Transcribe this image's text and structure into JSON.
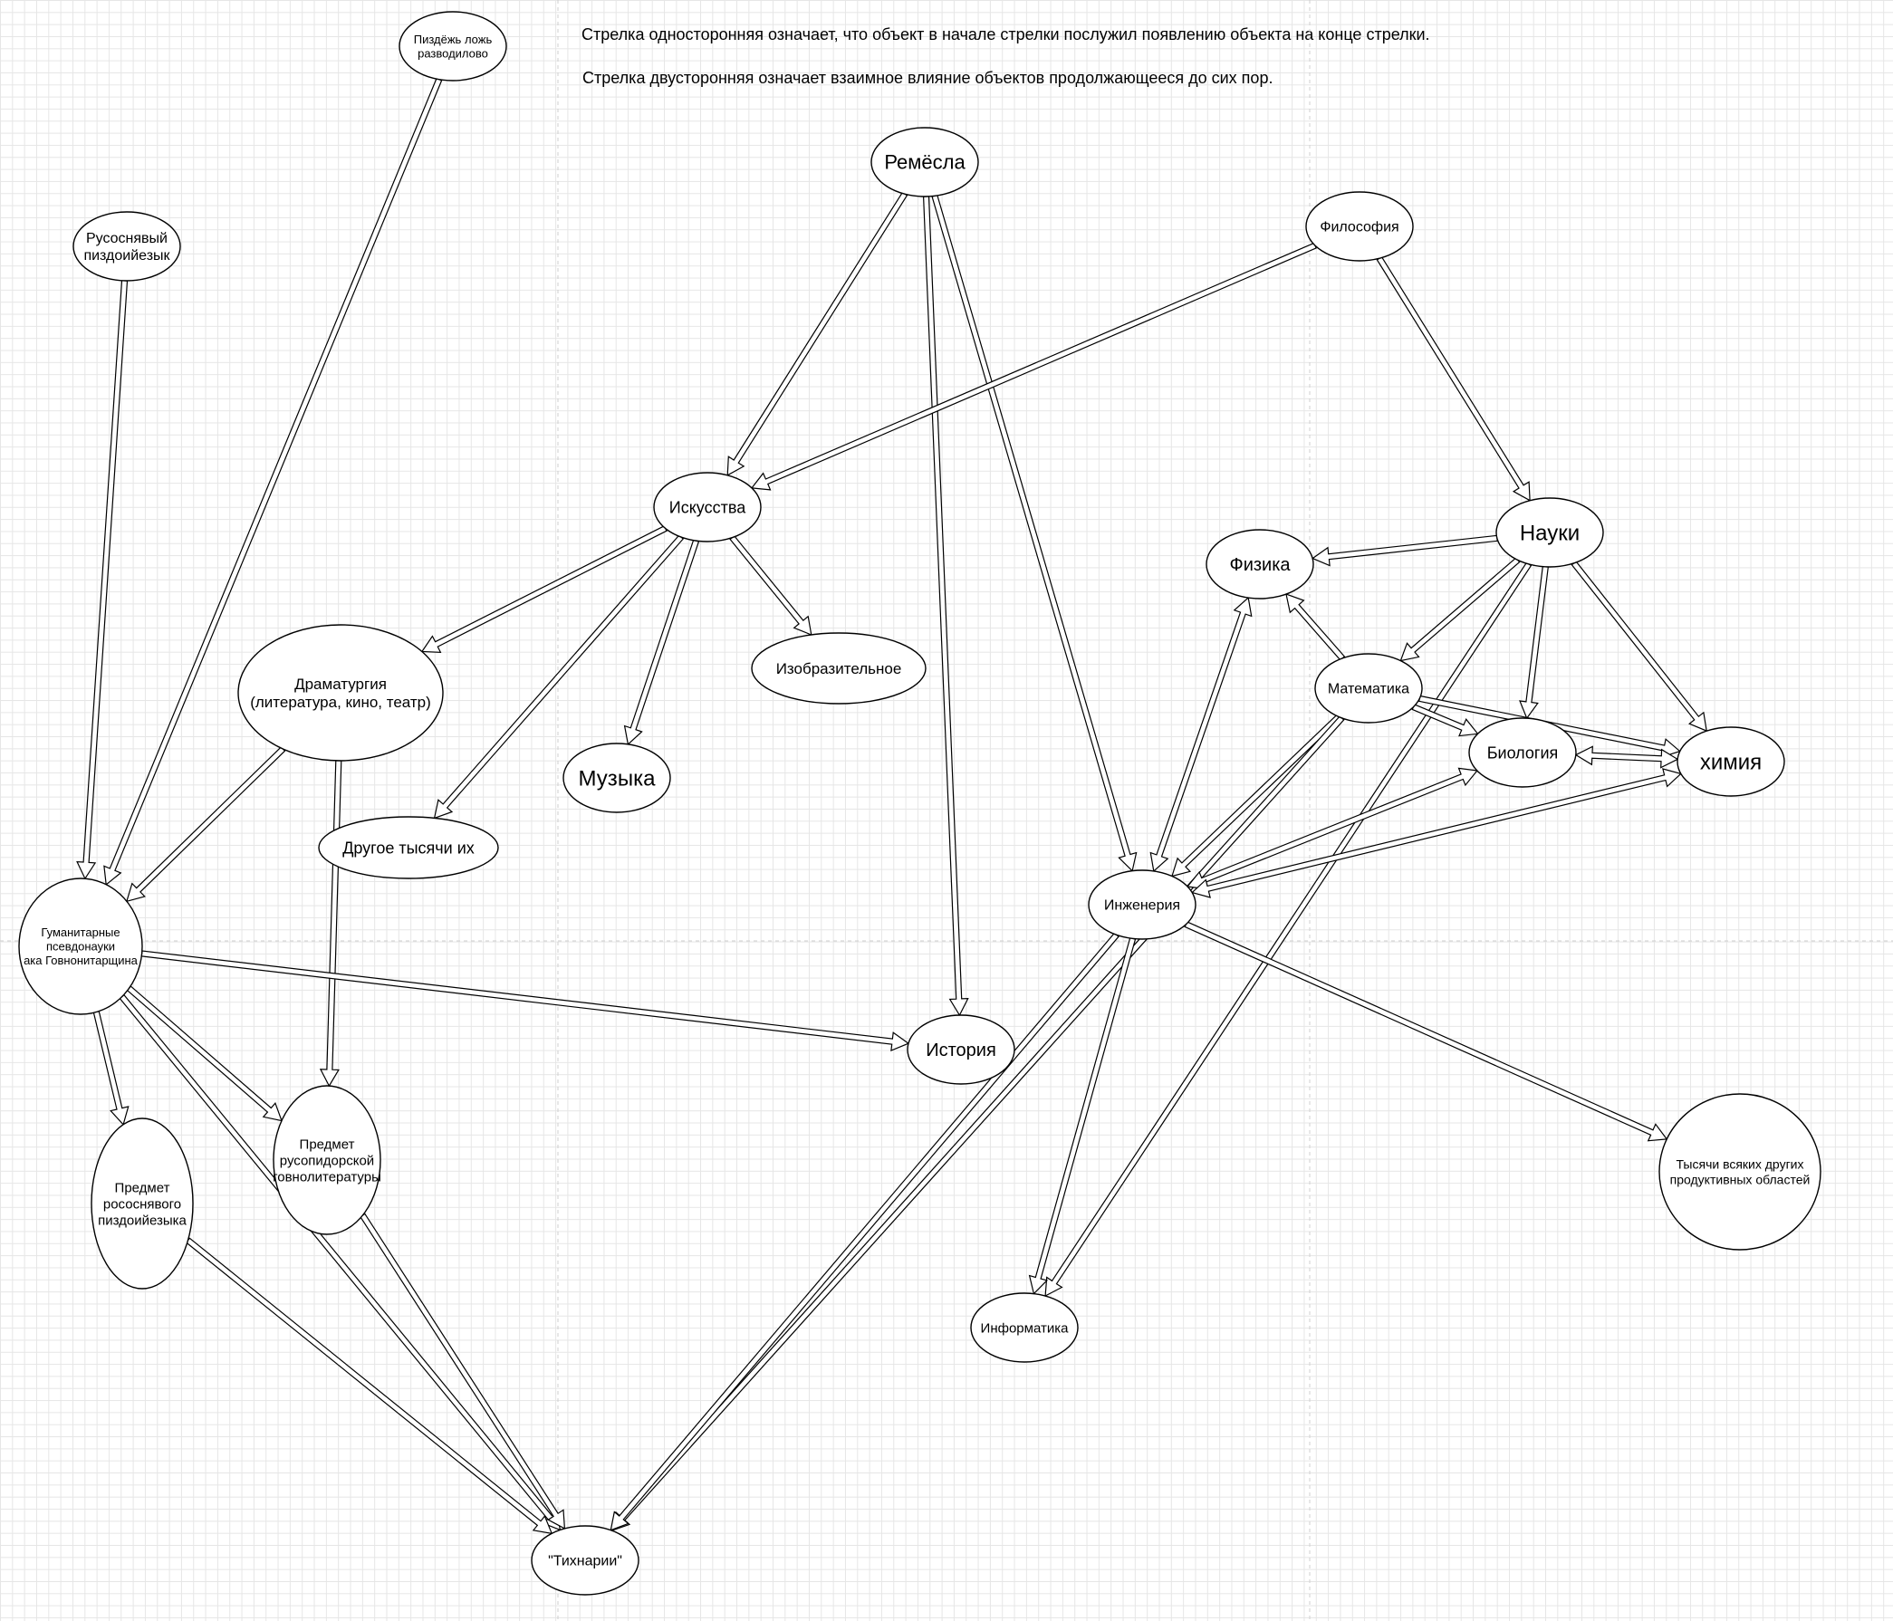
{
  "notes": {
    "one_way": "Стрелка односторонняя означает, что объект в начале стрелки послужил появлению объекта на конце стрелки.",
    "two_way": "Стрелка двусторонняя означает взаимное влияние объектов продолжающееся до сих пор."
  },
  "nodes": [
    {
      "id": "pizdezh",
      "lines": [
        "Пиздёжь ложь",
        "разводилово"
      ]
    },
    {
      "id": "rusosn",
      "lines": [
        "Русоснявый",
        "пиздоийезык"
      ]
    },
    {
      "id": "remesla",
      "lines": [
        "Ремёсла"
      ]
    },
    {
      "id": "filosofiya",
      "lines": [
        "Философия"
      ]
    },
    {
      "id": "iskusstva",
      "lines": [
        "Искусства"
      ]
    },
    {
      "id": "nauki",
      "lines": [
        "Науки"
      ]
    },
    {
      "id": "fizika",
      "lines": [
        "Физика"
      ]
    },
    {
      "id": "matematika",
      "lines": [
        "Математика"
      ]
    },
    {
      "id": "biologiya",
      "lines": [
        "Биология"
      ]
    },
    {
      "id": "himiya",
      "lines": [
        "химия"
      ]
    },
    {
      "id": "dramaturgiya",
      "lines": [
        "Драматургия",
        "(литература, кино, театр)"
      ]
    },
    {
      "id": "izobrazitelnoe",
      "lines": [
        "Изобразительное"
      ]
    },
    {
      "id": "muzyka",
      "lines": [
        "Музыка"
      ]
    },
    {
      "id": "drugoe",
      "lines": [
        "Другое тысячи их"
      ]
    },
    {
      "id": "gumanitarnye",
      "lines": [
        "Гуманитарные",
        "псевдонауки",
        "ака Говнонитарщина"
      ]
    },
    {
      "id": "inzheneriya",
      "lines": [
        "Инженерия"
      ]
    },
    {
      "id": "istoriya",
      "lines": [
        "История"
      ]
    },
    {
      "id": "predmet_lit",
      "lines": [
        "Предмет",
        "русопидорской",
        "говнолитературы"
      ]
    },
    {
      "id": "predmet_yaz",
      "lines": [
        "Предмет",
        "рососнявого",
        "пиздоийезыка"
      ]
    },
    {
      "id": "tysyachi",
      "lines": [
        "Тысячи всяких других",
        "продуктивных областей"
      ]
    },
    {
      "id": "informatika",
      "lines": [
        "Информатика"
      ]
    },
    {
      "id": "tihnarii",
      "lines": [
        "\"Тихнарии\""
      ]
    }
  ],
  "edges": [
    {
      "from": "pizdezh",
      "to": "gumanitarnye",
      "type": "one-way"
    },
    {
      "from": "rusosn",
      "to": "gumanitarnye",
      "type": "one-way"
    },
    {
      "from": "remesla",
      "to": "iskusstva",
      "type": "one-way"
    },
    {
      "from": "remesla",
      "to": "istoriya",
      "type": "one-way"
    },
    {
      "from": "remesla",
      "to": "inzheneriya",
      "type": "one-way"
    },
    {
      "from": "filosofiya",
      "to": "iskusstva",
      "type": "one-way"
    },
    {
      "from": "filosofiya",
      "to": "nauki",
      "type": "one-way"
    },
    {
      "from": "iskusstva",
      "to": "dramaturgiya",
      "type": "one-way"
    },
    {
      "from": "iskusstva",
      "to": "izobrazitelnoe",
      "type": "one-way"
    },
    {
      "from": "iskusstva",
      "to": "muzyka",
      "type": "one-way"
    },
    {
      "from": "iskusstva",
      "to": "drugoe",
      "type": "one-way"
    },
    {
      "from": "nauki",
      "to": "fizika",
      "type": "one-way"
    },
    {
      "from": "nauki",
      "to": "matematika",
      "type": "one-way"
    },
    {
      "from": "nauki",
      "to": "biologiya",
      "type": "one-way"
    },
    {
      "from": "nauki",
      "to": "himiya",
      "type": "one-way"
    },
    {
      "from": "nauki",
      "to": "informatika",
      "type": "one-way"
    },
    {
      "from": "matematika",
      "to": "fizika",
      "type": "one-way"
    },
    {
      "from": "matematika",
      "to": "biologiya",
      "type": "one-way"
    },
    {
      "from": "matematika",
      "to": "himiya",
      "type": "one-way"
    },
    {
      "from": "matematika",
      "to": "inzheneriya",
      "type": "one-way"
    },
    {
      "from": "matematika",
      "to": "tihnarii",
      "type": "one-way"
    },
    {
      "from": "biologiya",
      "to": "himiya",
      "type": "two-way"
    },
    {
      "from": "inzheneriya",
      "to": "fizika",
      "type": "two-way"
    },
    {
      "from": "inzheneriya",
      "to": "biologiya",
      "type": "two-way"
    },
    {
      "from": "inzheneriya",
      "to": "himiya",
      "type": "two-way"
    },
    {
      "from": "inzheneriya",
      "to": "tysyachi",
      "type": "one-way"
    },
    {
      "from": "inzheneriya",
      "to": "informatika",
      "type": "one-way"
    },
    {
      "from": "inzheneriya",
      "to": "tihnarii",
      "type": "one-way"
    },
    {
      "from": "dramaturgiya",
      "to": "gumanitarnye",
      "type": "one-way"
    },
    {
      "from": "dramaturgiya",
      "to": "predmet_lit",
      "type": "one-way"
    },
    {
      "from": "gumanitarnye",
      "to": "istoriya",
      "type": "one-way"
    },
    {
      "from": "gumanitarnye",
      "to": "predmet_lit",
      "type": "one-way"
    },
    {
      "from": "gumanitarnye",
      "to": "predmet_yaz",
      "type": "one-way"
    },
    {
      "from": "gumanitarnye",
      "to": "tihnarii",
      "type": "one-way"
    },
    {
      "from": "predmet_lit",
      "to": "tihnarii",
      "type": "one-way"
    },
    {
      "from": "predmet_yaz",
      "to": "tihnarii",
      "type": "one-way"
    }
  ]
}
